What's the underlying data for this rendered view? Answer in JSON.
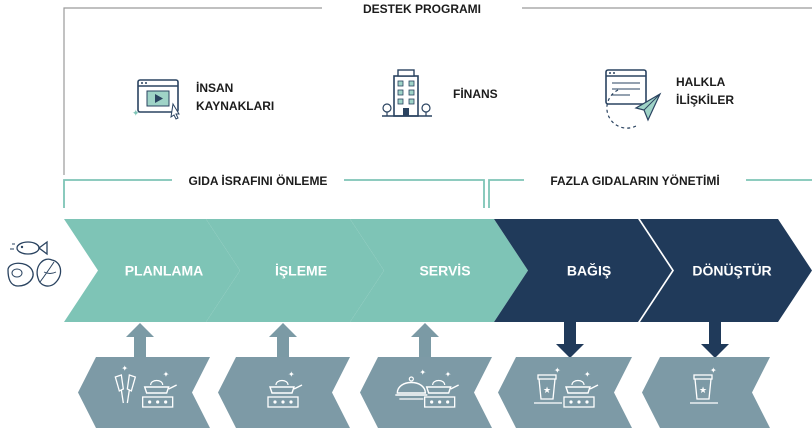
{
  "header": {
    "title": "DESTEK PROGRAMI",
    "support_items": [
      {
        "name": "video-window-icon",
        "lines": [
          "İNSAN",
          "KAYNAKLARI"
        ]
      },
      {
        "name": "building-icon",
        "lines": [
          "FİNANS"
        ]
      },
      {
        "name": "browser-plane-icon",
        "lines": [
          "HALKLA",
          "İLİŞKİLER"
        ]
      }
    ]
  },
  "groups": {
    "prevention": "GIDA İSRAFINI ÖNLEME",
    "surplus": "FAZLA GIDALARIN YÖNETİMİ"
  },
  "stages": [
    {
      "label": "PLANLAMA",
      "color": "#7ec4b6",
      "arrow": "up",
      "icons": [
        "champagne-glasses-icon",
        "serving-pan-icon"
      ]
    },
    {
      "label": "İŞLEME",
      "color": "#7ec4b6",
      "arrow": "up",
      "icons": [
        "serving-pan-icon"
      ]
    },
    {
      "label": "SERVİS",
      "color": "#7ec4b6",
      "arrow": "up",
      "icons": [
        "cloche-icon",
        "serving-pan-icon"
      ]
    },
    {
      "label": "BAĞIŞ",
      "color": "#203a5a",
      "arrow": "down",
      "icons": [
        "recycle-bin-icon",
        "serving-pan-icon"
      ]
    },
    {
      "label": "DÖNÜŞTÜR",
      "color": "#203a5a",
      "arrow": "down",
      "icons": [
        "recycle-bin-icon"
      ]
    }
  ],
  "colors": {
    "teal": "#7ec4b6",
    "navy": "#203a5a",
    "gray": "#7d9aa6",
    "arrow_teal": "#7b9aa5",
    "arrow_navy": "#203a5a",
    "bracket_prevention": "#7ec4b6",
    "bracket_surplus": "#7ec4b6",
    "top_frame": "#9a9a9a"
  },
  "food_icons": [
    "fish-icon",
    "meat-icon",
    "lettuce-icon"
  ]
}
